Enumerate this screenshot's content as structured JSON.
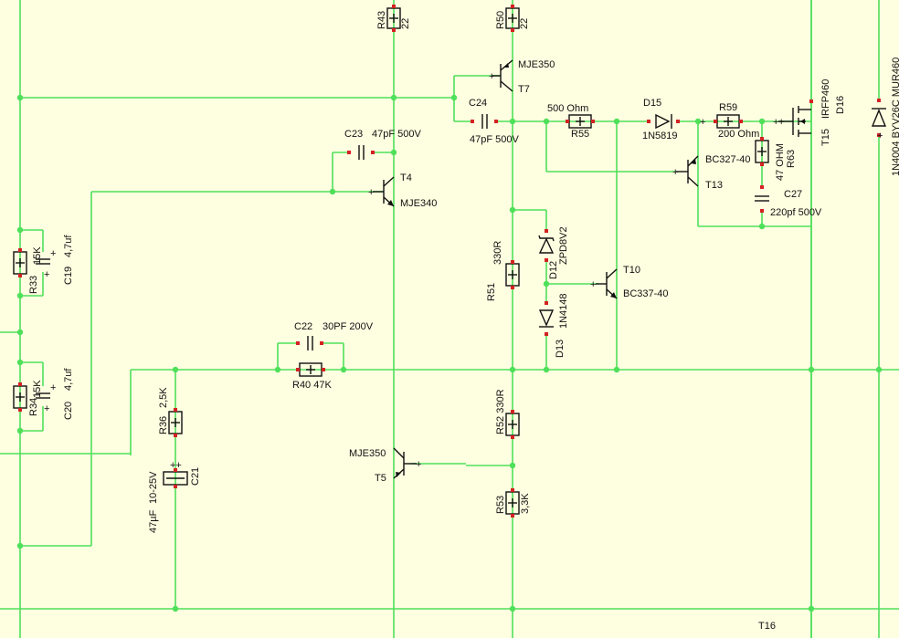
{
  "labels": {
    "R43": "R43",
    "R43_val": "22",
    "R50": "R50",
    "R50_val": "22",
    "MJE350_top": "MJE350",
    "T7": "T7",
    "C24": "C24",
    "C24_val": "47pF 500V",
    "R55_val": "500 Ohm",
    "R55": "R55",
    "D15": "D15",
    "D15_val": "1N5819",
    "R59": "R59",
    "R59_val": "200 Ohm",
    "IRFP460": "IRFP460",
    "T15": "T15",
    "D16": "D16",
    "D17_val": "1N4004 BYV26C MUR460",
    "C23": "C23",
    "C23_val": "47pF 500V",
    "T4": "T4",
    "MJE340": "MJE340",
    "BC327": "BC327-40",
    "T13": "T13",
    "R63_val": "47 OHM",
    "R63": "R63",
    "C27": "C27",
    "C27_val": "220pf 500V",
    "R33": "R33",
    "R33_val": "15K",
    "C19": "C19",
    "C19_val": "4,7uf",
    "R51": "R51",
    "R51_val": "330R",
    "D12": "D12",
    "D12_val": "ZPD8V2",
    "T10": "T10",
    "BC337": "BC337-40",
    "D13": "D13",
    "D13_val": "1N4148",
    "C22": "C22",
    "C22_val": "30PF 200V",
    "R40": "R40 47K",
    "R34": "R34",
    "R34_val": "15K",
    "C20": "C20",
    "C20_val": "4,7uf",
    "R36": "R36",
    "R36_val": "2,5K",
    "R52": "R52 330R",
    "MJE350_bot": "MJE350",
    "T5": "T5",
    "C21": "C21",
    "C21_val": "10-25V",
    "C21_cap": "47µF",
    "R53": "R53",
    "R53_val": "3,3K",
    "T16": "T16"
  },
  "colors": {
    "background": "#fefee1",
    "wire": "#4fe05a",
    "pin": "#d42222",
    "component": "#101010"
  }
}
